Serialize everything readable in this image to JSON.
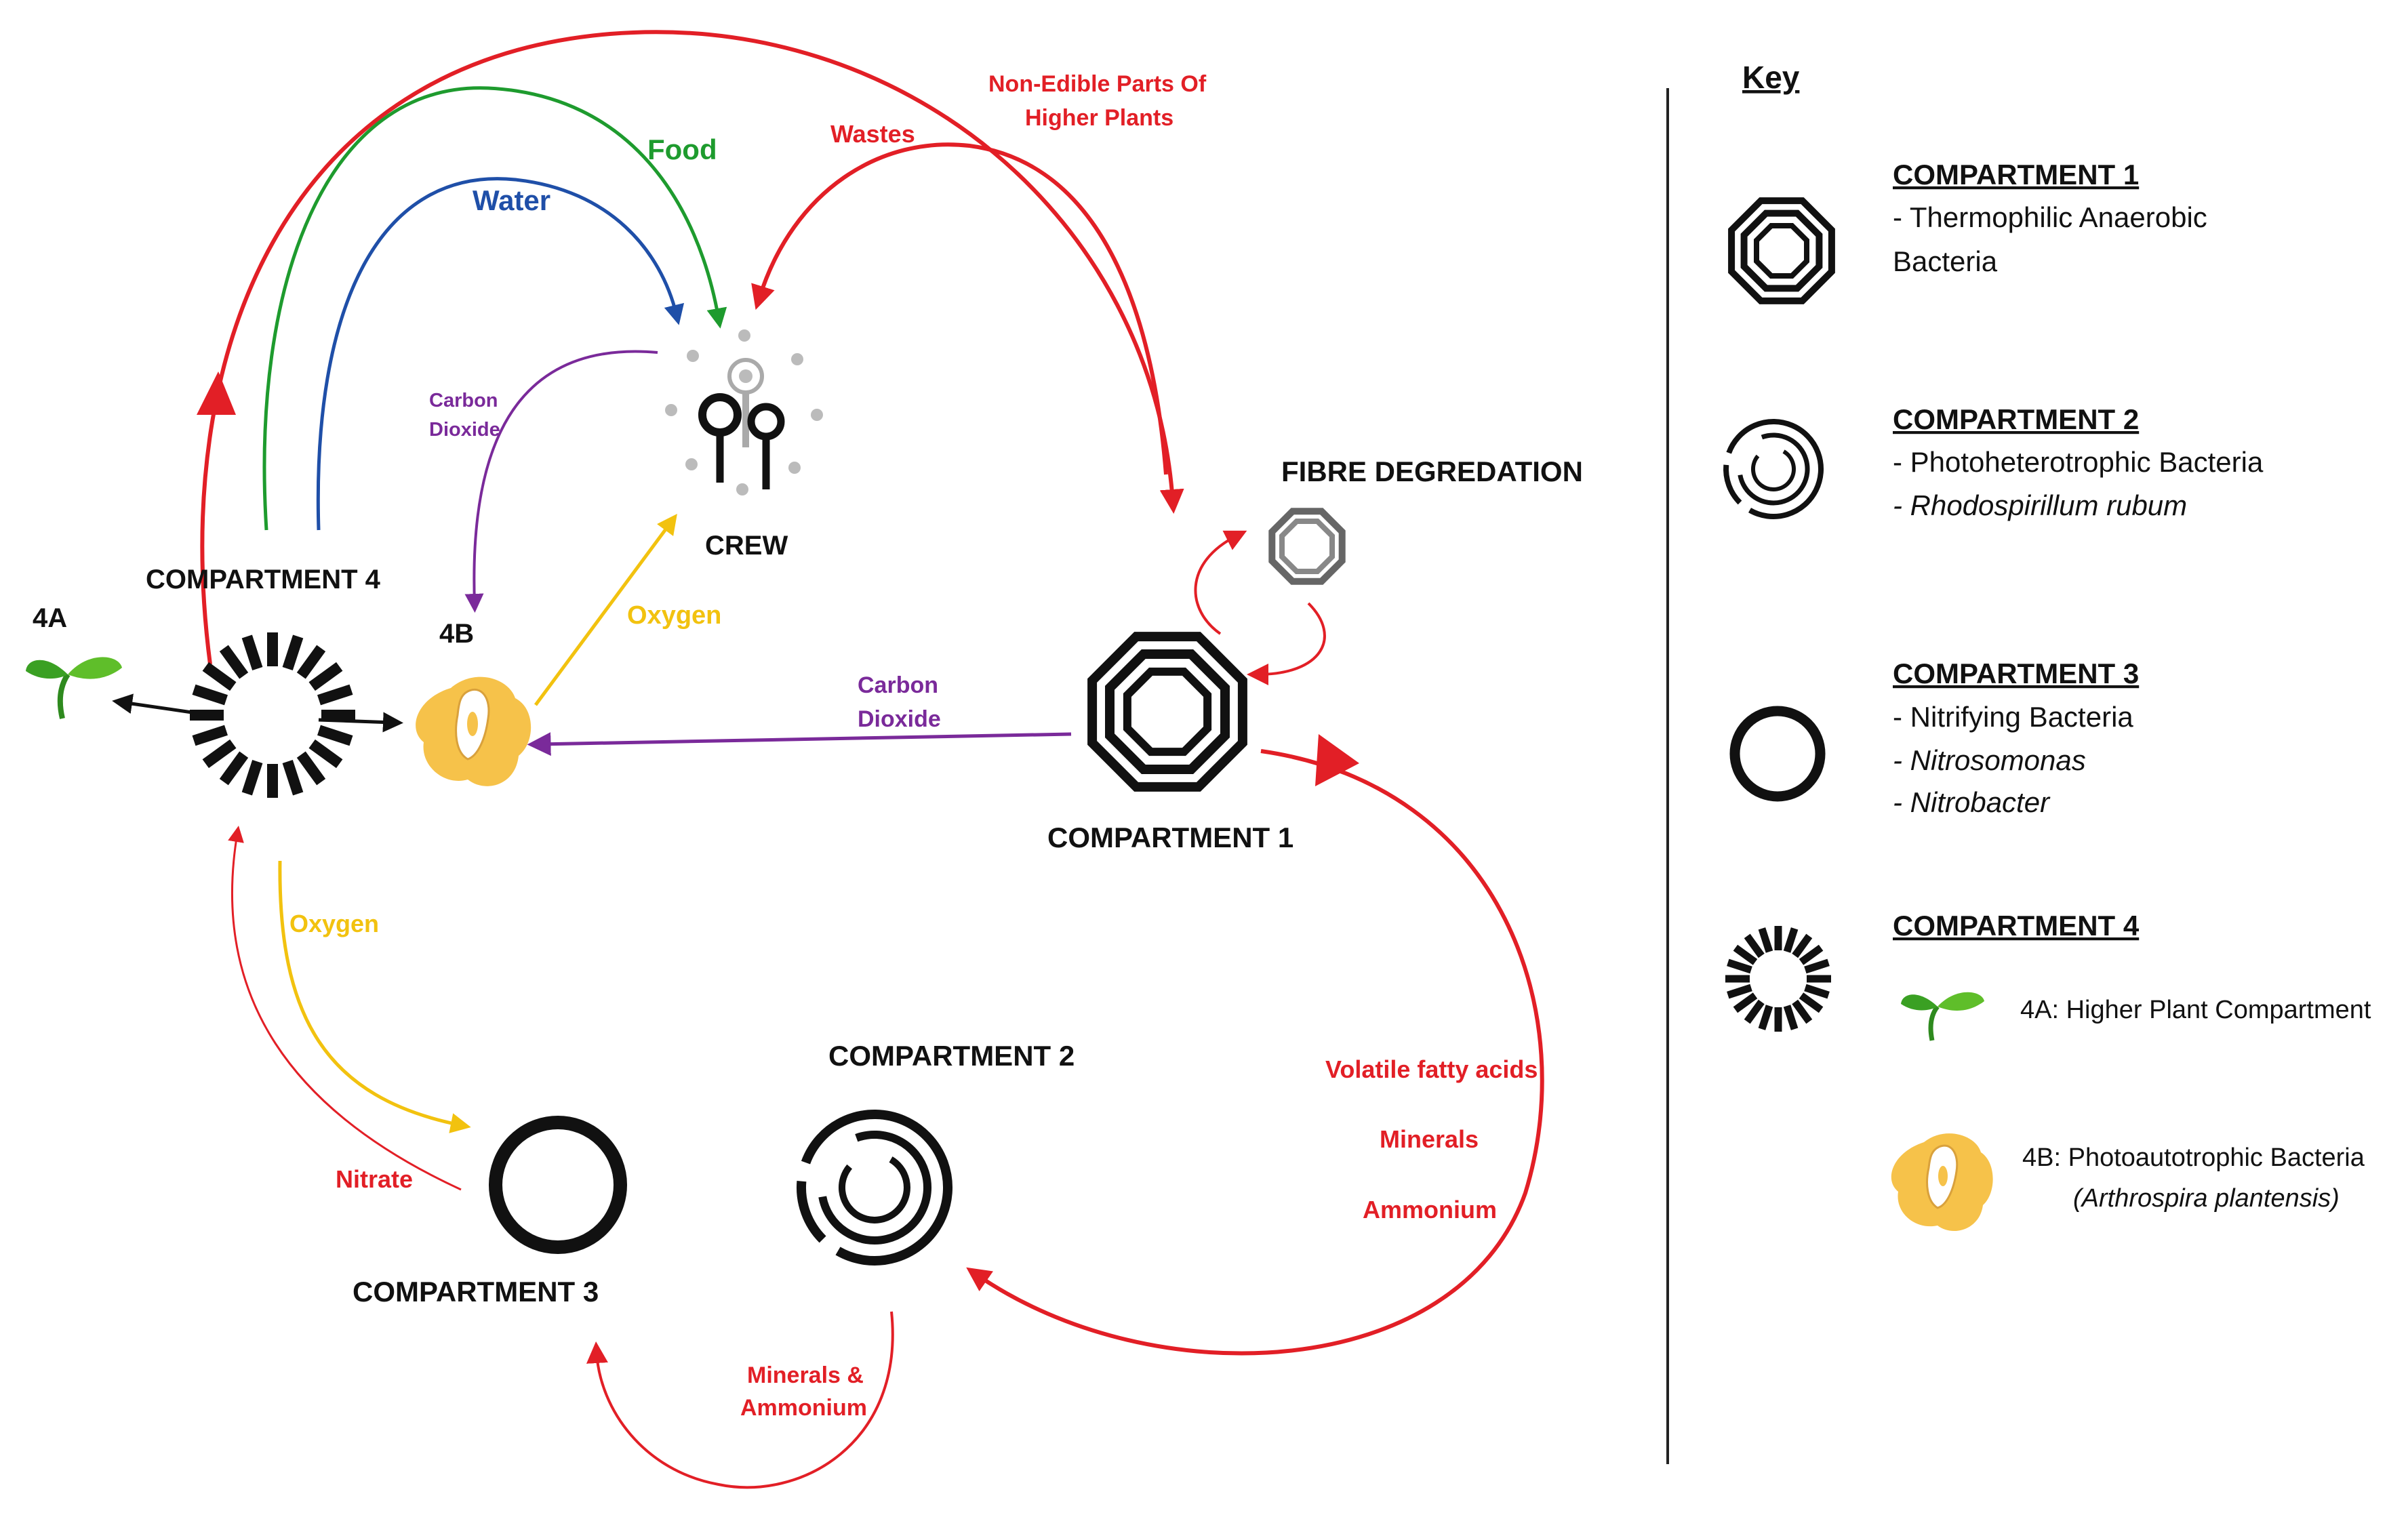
{
  "nodes": {
    "compartment1": "COMPARTMENT 1",
    "compartment2": "COMPARTMENT 2",
    "compartment3": "COMPARTMENT 3",
    "compartment4": "COMPARTMENT 4",
    "crew": "CREW",
    "fibre": "FIBRE DEGREDATION",
    "node_4a": "4A",
    "node_4b": "4B"
  },
  "flows": {
    "non_edible_1": "Non-Edible Parts Of",
    "non_edible_2": "Higher Plants",
    "wastes": "Wastes",
    "food": "Food",
    "water": "Water",
    "co2_crew_1": "Carbon",
    "co2_crew_2": "Dioxide",
    "oxygen_crew": "Oxygen",
    "co2_c1_1": "Carbon",
    "co2_c1_2": "Dioxide",
    "oxygen_c3": "Oxygen",
    "nitrate": "Nitrate",
    "vfa": "Volatile fatty acids",
    "minerals": "Minerals",
    "ammonium": "Ammonium",
    "minerals_amm_1": "Minerals &",
    "minerals_amm_2": "Ammonium"
  },
  "key": {
    "title": "Key",
    "c1_title": "COMPARTMENT 1",
    "c1_line1": "- Thermophilic Anaerobic",
    "c1_line2": "Bacteria",
    "c2_title": "COMPARTMENT 2",
    "c2_line1": "- Photoheterotrophic Bacteria",
    "c2_line2": "- Rhodospirillum rubum",
    "c3_title": "COMPARTMENT 3",
    "c3_line1": "- Nitrifying Bacteria",
    "c3_line2": "- Nitrosomonas",
    "c3_line3": "- Nitrobacter",
    "c4_title": "COMPARTMENT 4",
    "c4a": "4A: Higher Plant Compartment",
    "c4b_line1": "4B: Photoautotrophic Bacteria",
    "c4b_line2": "(Arthrospira plantensis)"
  },
  "colors": {
    "red": "#e21f26",
    "green": "#1e9b2e",
    "blue": "#1f4fa8",
    "purple": "#7a2a9a",
    "yellow": "#f2c20f",
    "black": "#111111"
  }
}
